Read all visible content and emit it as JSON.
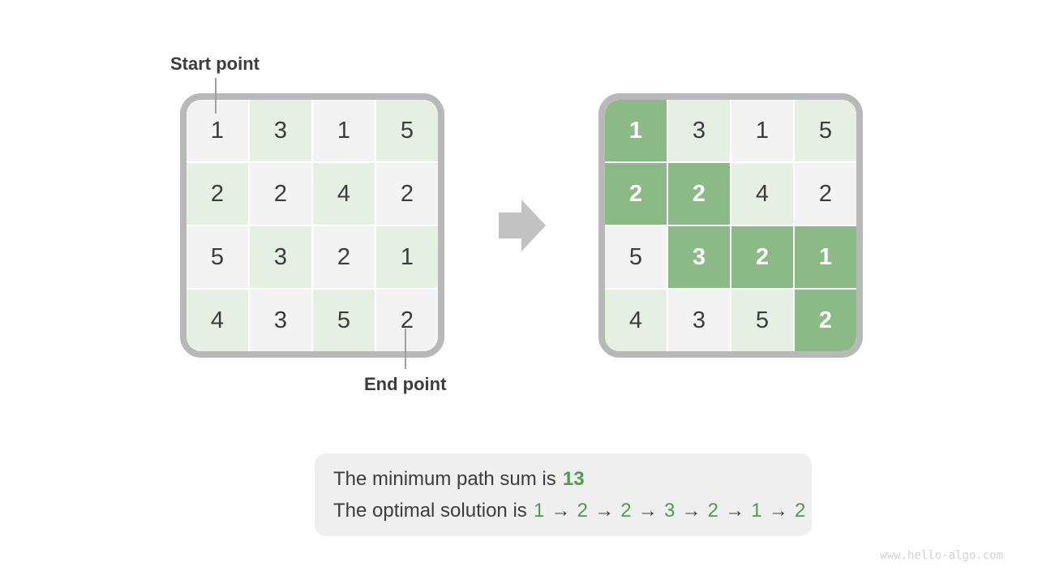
{
  "labels": {
    "start_point": "Start point",
    "end_point": "End point"
  },
  "grid": {
    "rows": 4,
    "cols": 4,
    "values": [
      [
        1,
        3,
        1,
        5
      ],
      [
        2,
        2,
        4,
        2
      ],
      [
        5,
        3,
        2,
        1
      ],
      [
        4,
        3,
        5,
        2
      ]
    ],
    "path_cells": [
      [
        0,
        0
      ],
      [
        1,
        0
      ],
      [
        1,
        1
      ],
      [
        2,
        1
      ],
      [
        2,
        2
      ],
      [
        2,
        3
      ],
      [
        3,
        3
      ]
    ]
  },
  "summary": {
    "line1_prefix": "The minimum path sum is",
    "min_path_sum": "13",
    "line2_prefix": "The optimal solution is",
    "optimal_path": [
      "1",
      "2",
      "2",
      "3",
      "2",
      "1",
      "2"
    ],
    "separator": "→"
  },
  "watermark": "www.hello-algo.com",
  "icons": {
    "between_grids": "right-block-arrow"
  },
  "colors": {
    "cell_light": "#f2f3f2",
    "cell_tint": "#e6f0e2",
    "cell_highlight": "#8bba86",
    "frame": "#b8b8b8",
    "text_dark": "#3c3c3c",
    "text_green": "#509b50",
    "summary_bg": "#efefef",
    "arrow": "#c2c2c2",
    "leader": "#a0a0a0",
    "watermark": "#d2d2d2"
  }
}
